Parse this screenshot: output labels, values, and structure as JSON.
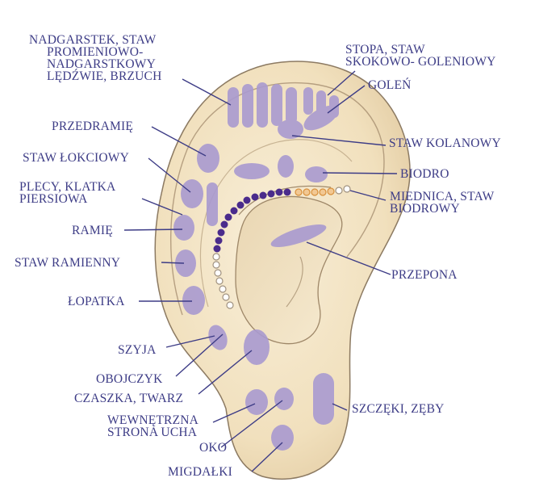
{
  "colors": {
    "label": "#3d3c86",
    "leader": "#3d3c86",
    "skin": "#f4e6c8",
    "skin_shadow": "#ddc7a0",
    "outline": "#8c7a62",
    "zone": "#a99ad0",
    "dot_dark": "#4a2b8c",
    "dot_orange": "#e4a24a"
  },
  "labels": {
    "nadgarstek": [
      "NADGARSTEK, STAW",
      "PROMIENIOWO-",
      "NADGARSTKOWY",
      "LĘDŹWIE, BRZUCH"
    ],
    "przedramie": "PRZEDRAMIĘ",
    "staw_lokciowy": "STAW ŁOKCIOWY",
    "plecy": [
      "PLECY, KLATKA",
      "PIERSIOWA"
    ],
    "ramie": "RAMIĘ",
    "staw_ramienny": "STAW RAMIENNY",
    "lopatka": "ŁOPATKA",
    "szyja": "SZYJA",
    "obojczyk": "OBOJCZYK",
    "czaszka": "CZASZKA, TWARZ",
    "wewnetrzna": [
      "WEWNĘTRZNA",
      "STRONA UCHA"
    ],
    "oko": "OKO",
    "migdalki": "MIGDAŁKI",
    "stopa": [
      "STOPA, STAW",
      "SKOKOWO- GOLENIOWY"
    ],
    "golen": "GOLEŃ",
    "staw_kolanowy": "STAW KOLANOWY",
    "biodro": "BIODRO",
    "miednica": [
      "MIEDNICA, STAW",
      "BIODROWY"
    ],
    "przepona": "PRZEPONA",
    "szczeki": "SZCZĘKI, ZĘBY"
  }
}
